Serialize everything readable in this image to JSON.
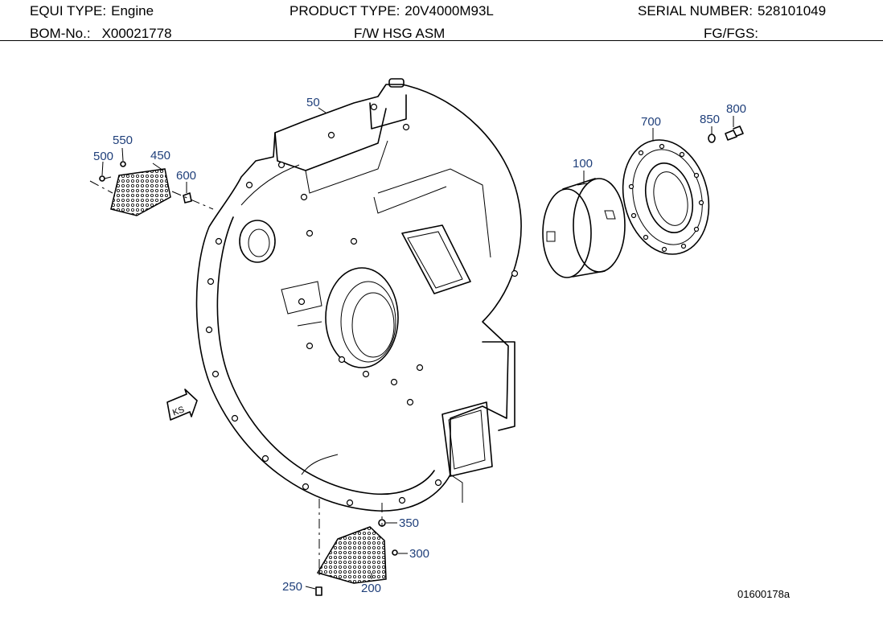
{
  "header": {
    "equi_type_label": "EQUI TYPE:",
    "equi_type_value": "Engine",
    "product_type_label": "PRODUCT TYPE:",
    "product_type_value": "20V4000M93L",
    "serial_number_label": "SERIAL NUMBER:",
    "serial_number_value": "528101049",
    "bom_label": "BOM-No.:",
    "bom_value": "X00021778",
    "description": "F/W HSG ASM",
    "fg_fgs_label": "FG/FGS:",
    "fg_fgs_value": ""
  },
  "callouts": [
    "50",
    "550",
    "500",
    "450",
    "600",
    "700",
    "850",
    "800",
    "100",
    "350",
    "300",
    "250",
    "200"
  ],
  "symbol_text": "KS",
  "drawing_number": "01600178a",
  "colors": {
    "callout": "#1f3f7a",
    "lines": "#000000"
  }
}
